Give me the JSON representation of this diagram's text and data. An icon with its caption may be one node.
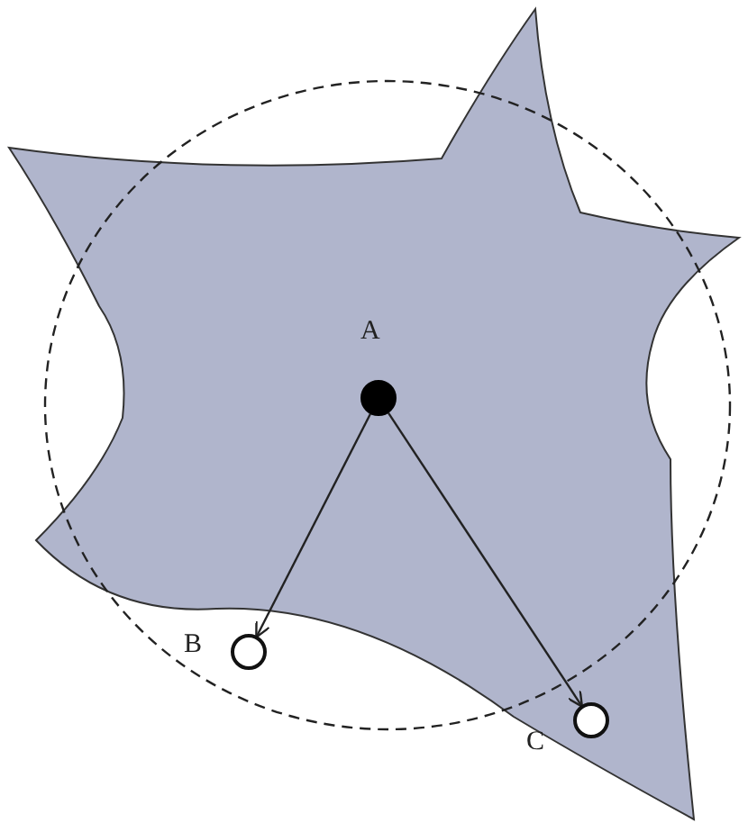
{
  "diagram": {
    "nodes": [
      {
        "text": [
          "A"
        ]
      },
      {
        "text": [
          "B"
        ]
      },
      {
        "text": [
          "C"
        ]
      }
    ],
    "edges": [
      {
        "from": 0,
        "to": 1,
        "arrow": "to"
      },
      {
        "from": 0,
        "to": 2,
        "arrow": "to"
      }
    ]
  }
}
